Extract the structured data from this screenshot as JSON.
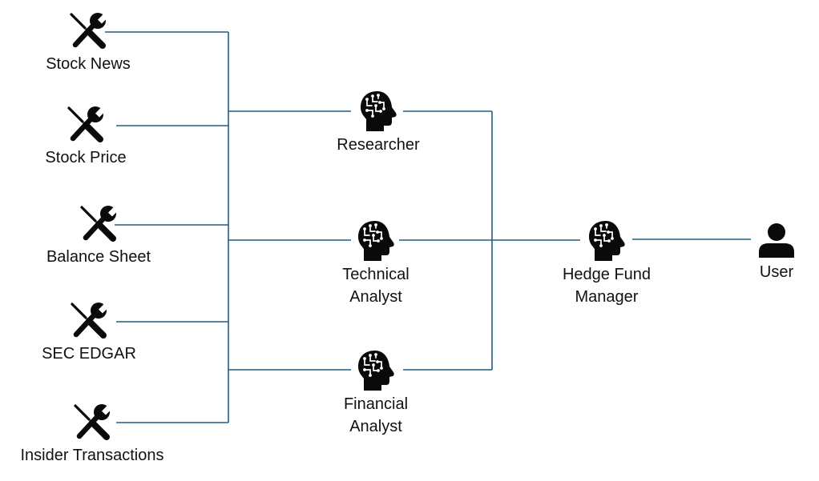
{
  "colors": {
    "connector": "#1f5e85",
    "icon": "#0a0a0a",
    "background": "#ffffff"
  },
  "tools": [
    {
      "label": "Stock News",
      "icon": "wrench-screwdriver-icon"
    },
    {
      "label": "Stock Price",
      "icon": "wrench-screwdriver-icon"
    },
    {
      "label": "Balance Sheet",
      "icon": "wrench-screwdriver-icon"
    },
    {
      "label": "SEC EDGAR",
      "icon": "wrench-screwdriver-icon"
    },
    {
      "label": "Insider Transactions",
      "icon": "wrench-screwdriver-icon"
    }
  ],
  "agents": [
    {
      "label_lines": [
        "Researcher"
      ],
      "icon": "ai-head-icon"
    },
    {
      "label_lines": [
        "Technical",
        "Analyst"
      ],
      "icon": "ai-head-icon"
    },
    {
      "label_lines": [
        "Financial",
        "Analyst"
      ],
      "icon": "ai-head-icon"
    }
  ],
  "manager": {
    "label_lines": [
      "Hedge Fund",
      "Manager"
    ],
    "icon": "ai-head-icon"
  },
  "user": {
    "label": "User",
    "icon": "user-icon"
  }
}
